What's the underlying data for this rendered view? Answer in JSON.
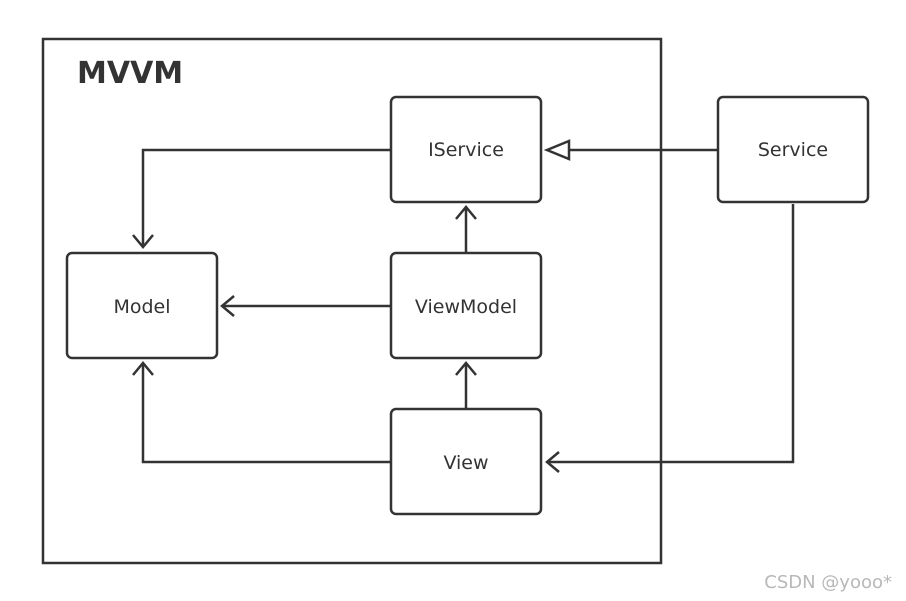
{
  "diagram": {
    "type": "class-diagram",
    "container": {
      "title": "MVVM"
    },
    "nodes": {
      "iservice": "IService",
      "model": "Model",
      "viewmodel": "ViewModel",
      "view": "View",
      "service": "Service"
    },
    "edges": [
      {
        "from": "IService",
        "to": "Model",
        "kind": "association"
      },
      {
        "from": "ViewModel",
        "to": "Model",
        "kind": "association"
      },
      {
        "from": "View",
        "to": "Model",
        "kind": "association"
      },
      {
        "from": "ViewModel",
        "to": "IService",
        "kind": "association"
      },
      {
        "from": "View",
        "to": "ViewModel",
        "kind": "association"
      },
      {
        "from": "Service",
        "to": "IService",
        "kind": "realization"
      },
      {
        "from": "Service",
        "to": "View",
        "kind": "association"
      }
    ],
    "colors": {
      "stroke": "#333333",
      "text": "#333333",
      "watermark": "#b8b8b8"
    }
  },
  "watermark": "CSDN @yooo*"
}
